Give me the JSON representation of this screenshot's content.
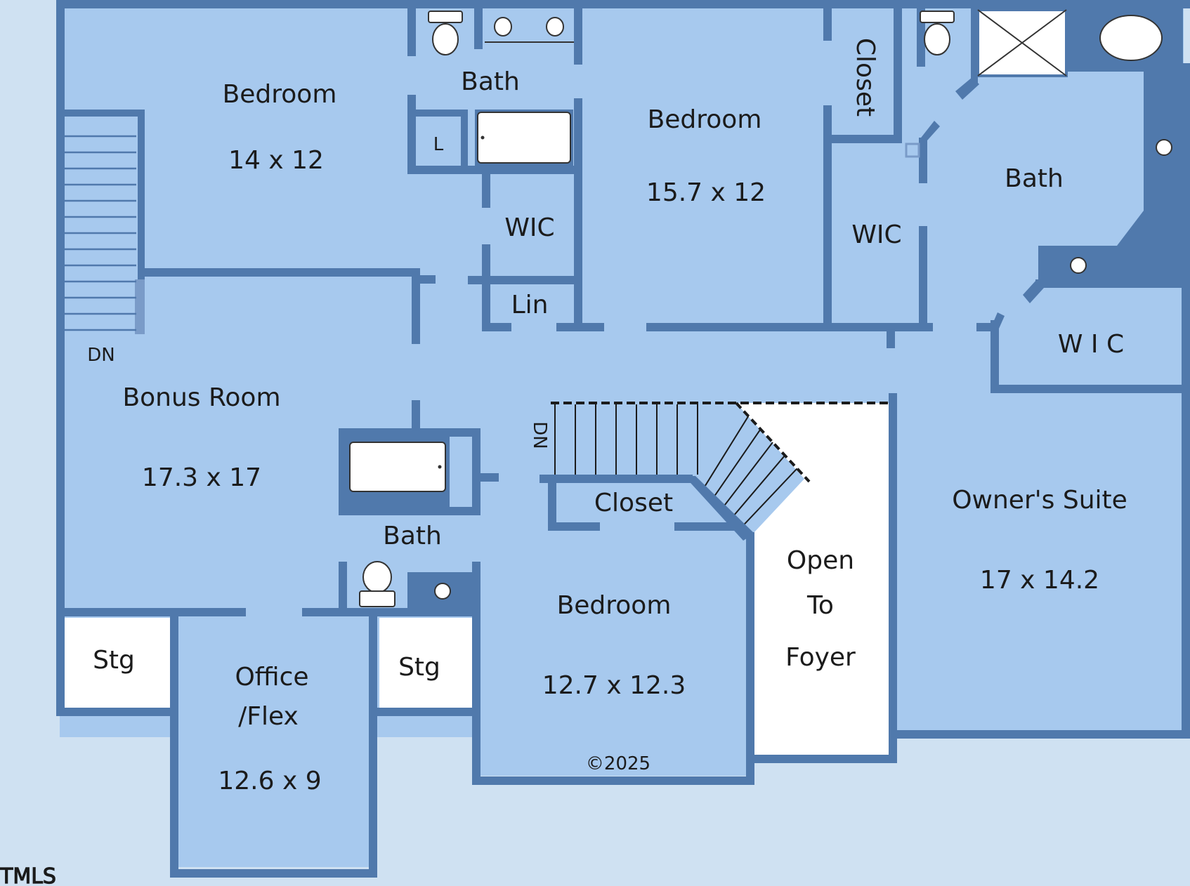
{
  "colors": {
    "background": "#cfe1f2",
    "room_fill": "#a7c9ee",
    "wall": "#5079ac",
    "open_area": "#ffffff",
    "text": "#1b1b1b"
  },
  "rooms": {
    "bedroom_nw": {
      "name": "Bedroom",
      "size": "14 x 12"
    },
    "bath_top": {
      "name": "Bath"
    },
    "linen_l": {
      "name": "L"
    },
    "wic_center": {
      "name": "WIC"
    },
    "lin": {
      "name": "Lin"
    },
    "bedroom_mid": {
      "name": "Bedroom",
      "size": "15.7 x 12"
    },
    "closet_top": {
      "name": "Closet"
    },
    "wic_right": {
      "name": "WIC"
    },
    "bath_owner": {
      "name": "Bath"
    },
    "wic_owner": {
      "name": "W I C"
    },
    "bonus": {
      "name": "Bonus Room",
      "size": "17.3 x 17"
    },
    "bath_lower": {
      "name": "Bath"
    },
    "closet_stair": {
      "name": "Closet"
    },
    "owners_suite": {
      "name": "Owner's Suite",
      "size": "17 x 14.2"
    },
    "open_foyer": {
      "line1": "Open",
      "line2": "To",
      "line3": "Foyer"
    },
    "bedroom_se": {
      "name": "Bedroom",
      "size": "12.7 x 12.3"
    },
    "stg_left": {
      "name": "Stg"
    },
    "stg_right": {
      "name": "Stg"
    },
    "office": {
      "line1": "Office",
      "line2": "/Flex",
      "size": "12.6 x 9"
    }
  },
  "stairs": {
    "west_label": "DN",
    "center_label": "DN"
  },
  "copyright": "©2025",
  "watermark": "TMLS"
}
